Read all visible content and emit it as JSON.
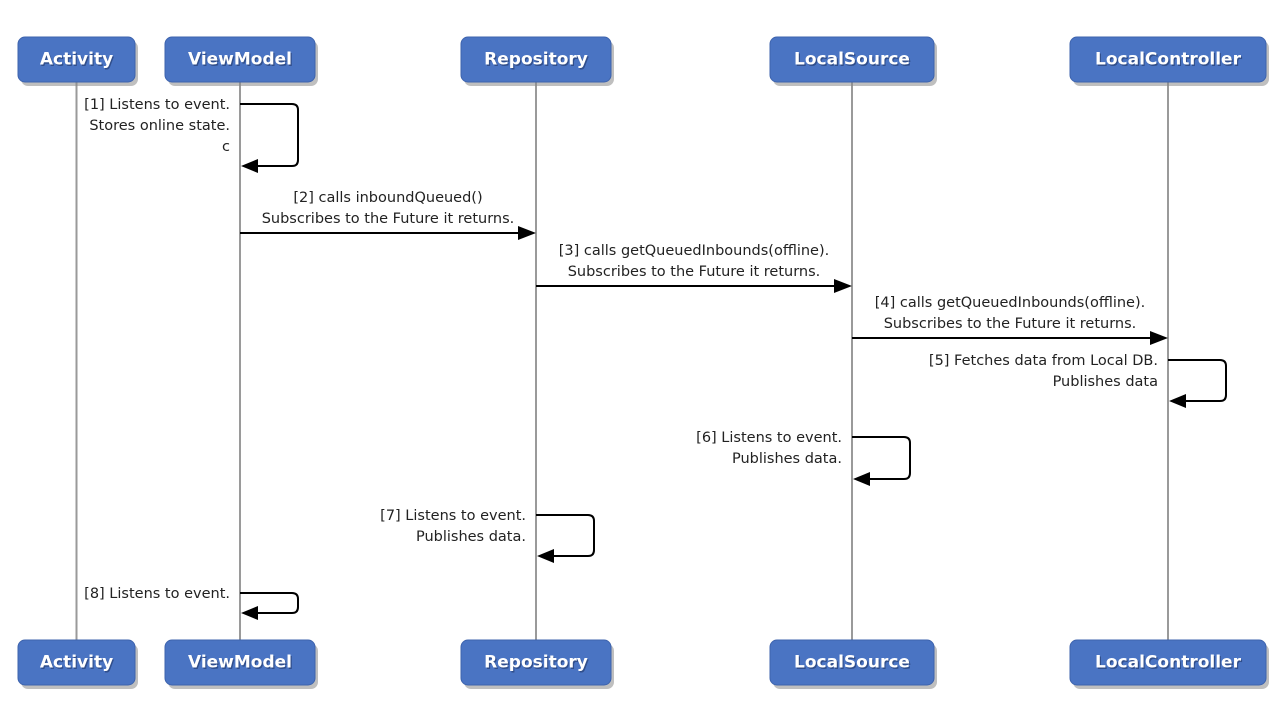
{
  "diagram": {
    "type": "sequence",
    "actors": [
      {
        "id": "activity",
        "label": "Activity"
      },
      {
        "id": "viewmodel",
        "label": "ViewModel"
      },
      {
        "id": "repository",
        "label": "Repository"
      },
      {
        "id": "localsource",
        "label": "LocalSource"
      },
      {
        "id": "localcontroller",
        "label": "LocalController"
      }
    ],
    "messages": [
      {
        "step": 1,
        "from": "viewmodel",
        "to": "viewmodel",
        "lines": [
          "[1] Listens to event.",
          "Stores online state.",
          "c"
        ]
      },
      {
        "step": 2,
        "from": "viewmodel",
        "to": "repository",
        "lines": [
          "[2] calls inboundQueued()",
          "Subscribes to the Future it returns."
        ]
      },
      {
        "step": 3,
        "from": "repository",
        "to": "localsource",
        "lines": [
          "[3] calls getQueuedInbounds(offline).",
          "Subscribes to the Future it returns."
        ]
      },
      {
        "step": 4,
        "from": "localsource",
        "to": "localcontroller",
        "lines": [
          "[4] calls getQueuedInbounds(offline).",
          "Subscribes to the Future it returns."
        ]
      },
      {
        "step": 5,
        "from": "localcontroller",
        "to": "localcontroller",
        "lines": [
          "[5] Fetches data from Local DB.",
          "Publishes data"
        ]
      },
      {
        "step": 6,
        "from": "localsource",
        "to": "localsource",
        "lines": [
          "[6] Listens to event.",
          "Publishes data."
        ]
      },
      {
        "step": 7,
        "from": "repository",
        "to": "repository",
        "lines": [
          "[7] Listens to event.",
          "Publishes data."
        ]
      },
      {
        "step": 8,
        "from": "viewmodel",
        "to": "viewmodel",
        "lines": [
          "[8] Listens to event."
        ]
      }
    ]
  }
}
